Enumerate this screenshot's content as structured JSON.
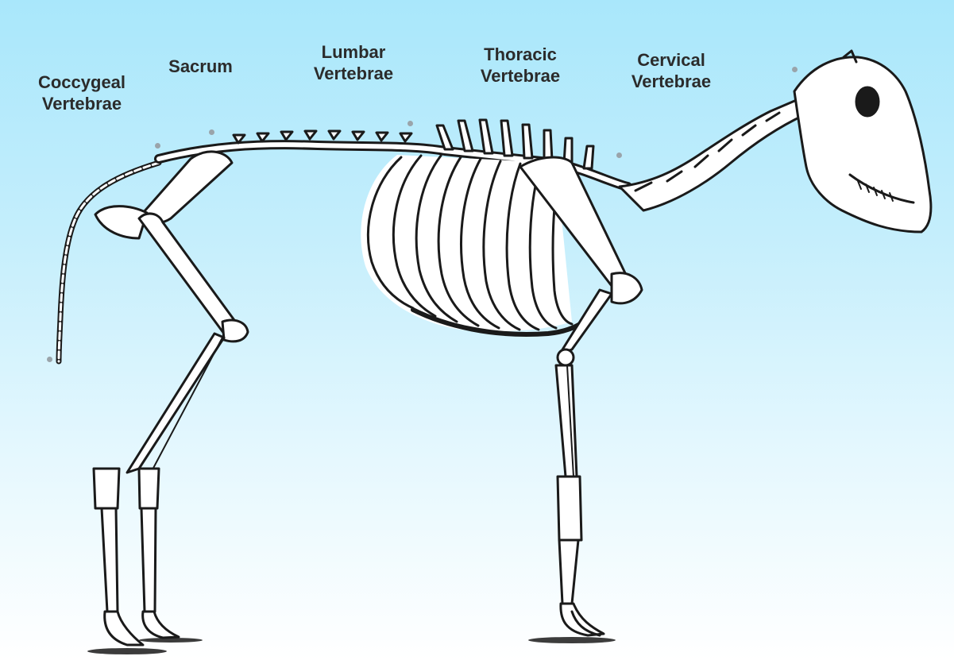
{
  "labels": {
    "coccygeal": [
      "Coccygeal",
      "Vertebrae"
    ],
    "sacrum": [
      "Sacrum"
    ],
    "lumbar": [
      "Lumbar",
      "Vertebrae"
    ],
    "thoracic": [
      "Thoracic",
      "Vertebrae"
    ],
    "cervical": [
      "Cervical",
      "Vertebrae"
    ]
  },
  "colors": {
    "background_top": "#a9e7fb",
    "background_bottom": "#ffffff",
    "bone_fill": "#ffffff",
    "bone_outline": "#1a1a1a",
    "label_text": "#2b2b2b",
    "marker": "#9aa4aa"
  }
}
